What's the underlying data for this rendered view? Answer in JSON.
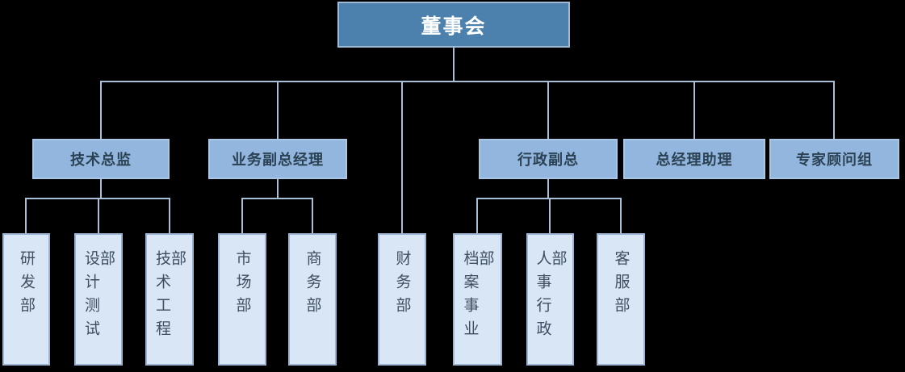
{
  "org": {
    "root": {
      "label": "董事会"
    },
    "children": [
      {
        "label": "技术总监",
        "children": [
          {
            "label": "研发部"
          },
          {
            "label": "设计测试部"
          },
          {
            "label": "技术工程部"
          }
        ]
      },
      {
        "label": "业务副总经理",
        "children": [
          {
            "label": "市场部"
          },
          {
            "label": "商务部"
          }
        ]
      },
      {
        "label": "财务部",
        "children": []
      },
      {
        "label": "行政副总",
        "children": [
          {
            "label": "档案事业部"
          },
          {
            "label": "人事行政部"
          },
          {
            "label": "客服部"
          }
        ]
      },
      {
        "label": "总经理助理",
        "children": []
      },
      {
        "label": "专家顾问组",
        "children": []
      }
    ]
  },
  "colors": {
    "bg": "#000000",
    "root_fill": "#4d81ad",
    "root_border": "#9fbad2",
    "l2_fill": "#92b6dd",
    "l2_border": "#a9c6e5",
    "l2_text": "#2b4154",
    "l3_fill": "#d9e6f5",
    "l3_border": "#9cb4d2",
    "l3_text": "#3f4e61",
    "line_color": "#a7bfd7"
  }
}
